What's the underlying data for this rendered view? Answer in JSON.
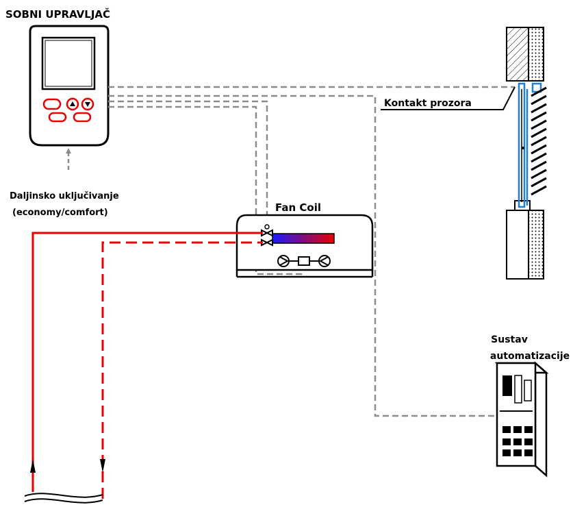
{
  "labels": {
    "controller_title": "SOBNI UPRAVLJAČ",
    "remote_line1": "Daljinsko uključivanje",
    "remote_line2": "(economy/comfort)",
    "fan_coil": "Fan Coil",
    "window_contact": "Kontakt prozora",
    "automation_line1": "Sustav",
    "automation_line2": "automatizacije"
  },
  "colors": {
    "line": "#000000",
    "signal_wire": "#8c8c8c",
    "supply_pipe": "#e60000",
    "return_pipe": "#e60000",
    "coil_gradient_start": "#1a1aff",
    "coil_gradient_end": "#e60000",
    "controller_button": "#e60000",
    "window_frame": "#1e7fd8"
  },
  "icons": {
    "controller_up": "triangle-up-icon",
    "controller_down": "triangle-down-icon",
    "valve": "valve-icon",
    "fan": "fan-icon",
    "motor": "motor-icon",
    "flow_up": "arrow-up-icon",
    "flow_down": "arrow-down-icon",
    "break": "pipe-break-icon"
  }
}
